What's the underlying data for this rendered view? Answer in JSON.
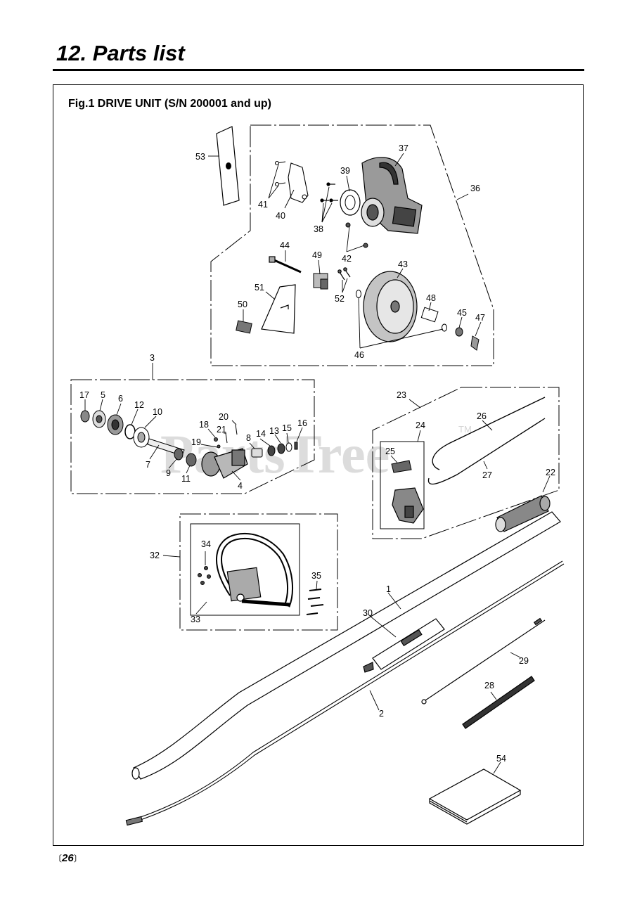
{
  "section_title": "12. Parts list",
  "figure_title": "Fig.1 DRIVE UNIT (S/N 200001 and up)",
  "watermark": "PartsTree",
  "watermark_tm": "TM",
  "page_number": "26",
  "page_number_open": "〔",
  "page_number_close": "〕",
  "callouts": {
    "p1": "1",
    "p2": "2",
    "p3": "3",
    "p4": "4",
    "p5": "5",
    "p6": "6",
    "p7": "7",
    "p8": "8",
    "p9": "9",
    "p10": "10",
    "p11": "11",
    "p12": "12",
    "p13": "13",
    "p14": "14",
    "p15": "15",
    "p16": "16",
    "p17": "17",
    "p18": "18",
    "p19": "19",
    "p20": "20",
    "p21": "21",
    "p22": "22",
    "p23": "23",
    "p24": "24",
    "p25": "25",
    "p26": "26",
    "p27": "27",
    "p28": "28",
    "p29": "29",
    "p30": "30",
    "p32": "32",
    "p33": "33",
    "p34": "34",
    "p35": "35",
    "p36": "36",
    "p37": "37",
    "p38": "38",
    "p39": "39",
    "p40": "40",
    "p41": "41",
    "p42": "42",
    "p43": "43",
    "p44": "44",
    "p45": "45",
    "p46": "46",
    "p47": "47",
    "p48": "48",
    "p49": "49",
    "p50": "50",
    "p51": "51",
    "p52": "52",
    "p53": "53",
    "p54": "54"
  }
}
